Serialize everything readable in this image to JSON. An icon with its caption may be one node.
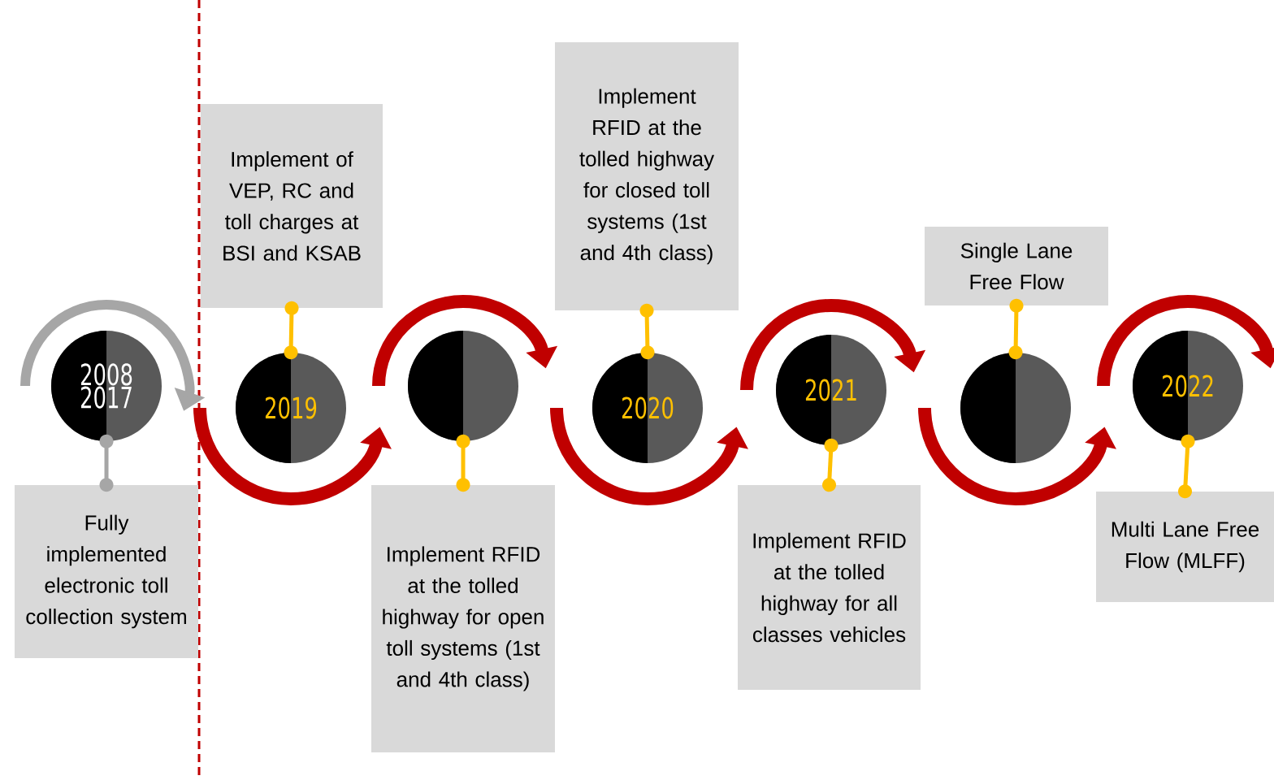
{
  "diagram": {
    "nodes": [
      {
        "text": [
          "2008 2017"
        ]
      },
      {
        "text": [
          "Fully implemented electronic toll collection system"
        ]
      },
      {
        "text": [
          "2019"
        ]
      },
      {
        "text": [
          "Implement of VEP, RC and toll charges at BSI and KSAB"
        ]
      },
      {
        "text": [],
        "shape": "circle"
      },
      {
        "text": [
          "Implement RFID at the tolled highway for open toll systems (1st and 4th class)"
        ]
      },
      {
        "text": [
          "2020"
        ]
      },
      {
        "text": [
          "Implement RFID at the tolled highway for closed toll systems (1st and 4th class)"
        ]
      },
      {
        "text": [
          "2021"
        ]
      },
      {
        "text": [
          "Implement RFID at the tolled highway for all classes vehicles"
        ]
      },
      {
        "text": [],
        "shape": "circle"
      },
      {
        "text": [
          "Single Lane Free Flow"
        ]
      },
      {
        "text": [
          "2022"
        ]
      },
      {
        "text": [
          "Multi Lane Free Flow (MLFF)"
        ]
      }
    ],
    "edges": [
      {
        "from": 0,
        "to": 1,
        "arrow": "other",
        "color": "#a6a6a6"
      },
      {
        "from": 2,
        "to": 3,
        "arrow": "other",
        "color": "#ffc000"
      },
      {
        "from": 4,
        "to": 5,
        "arrow": "other",
        "color": "#ffc000"
      },
      {
        "from": 6,
        "to": 7,
        "arrow": "other",
        "color": "#ffc000"
      },
      {
        "from": 8,
        "to": 9,
        "arrow": "other",
        "color": "#ffc000"
      },
      {
        "from": 10,
        "to": 11,
        "arrow": "other",
        "color": "#ffc000"
      },
      {
        "from": 12,
        "to": 13,
        "arrow": "other",
        "color": "#ffc000"
      }
    ]
  }
}
